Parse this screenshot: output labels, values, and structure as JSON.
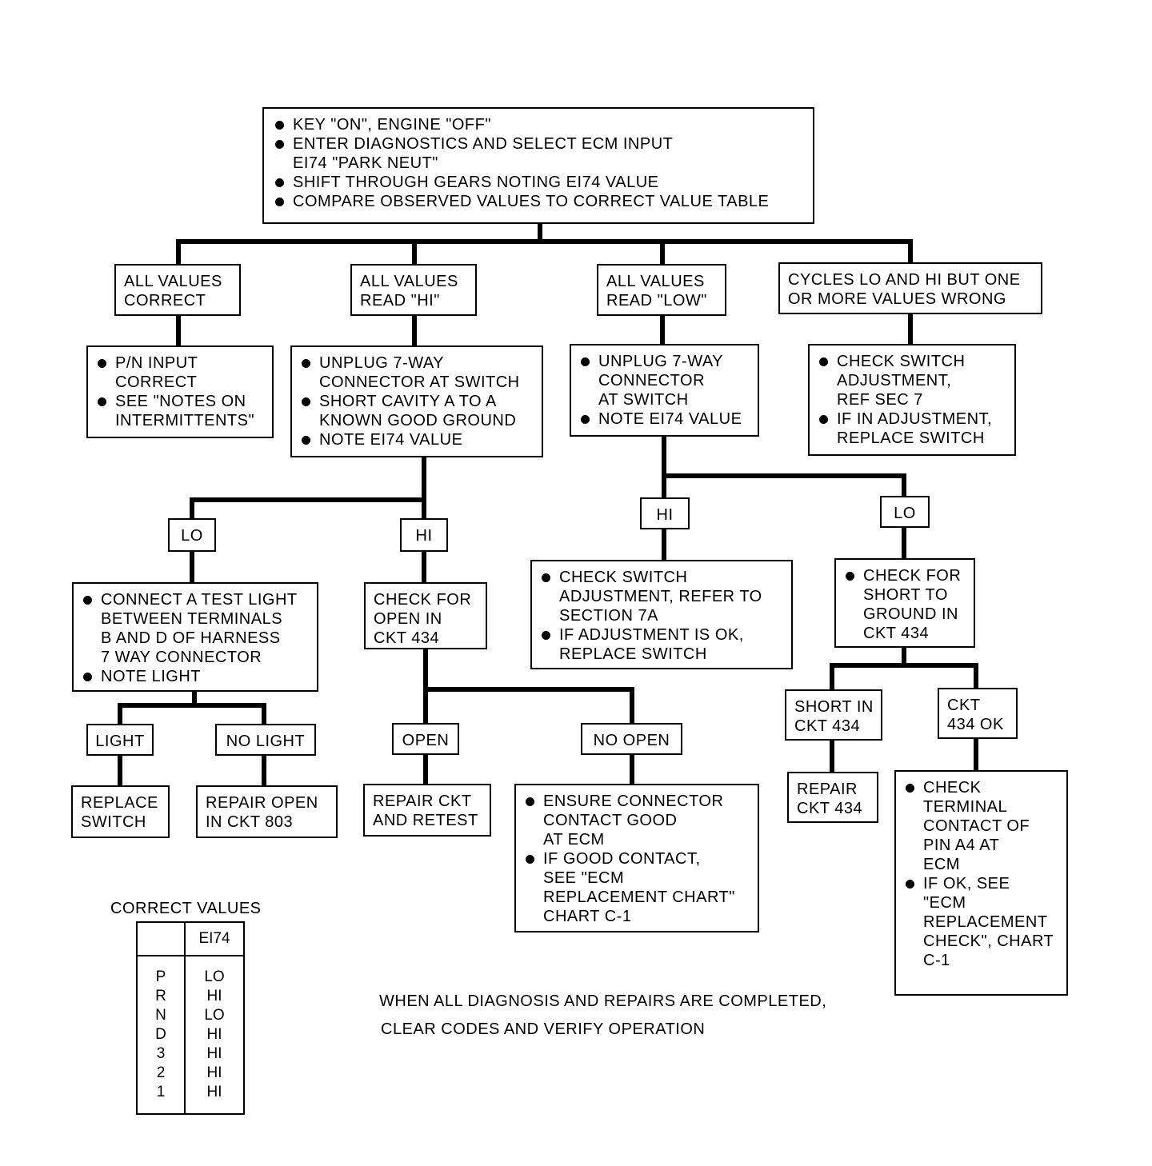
{
  "start": {
    "items": [
      [
        "KEY \"ON\", ENGINE \"OFF\""
      ],
      [
        "ENTER DIAGNOSTICS AND SELECT ECM INPUT",
        "EI74 \"PARK NEUT\""
      ],
      [
        "SHIFT THROUGH GEARS NOTING EI74 VALUE"
      ],
      [
        "COMPARE OBSERVED VALUES TO CORRECT VALUE TABLE"
      ]
    ]
  },
  "branches": {
    "all_correct": [
      "ALL VALUES",
      "CORRECT"
    ],
    "all_hi": [
      "ALL VALUES",
      "READ \"HI\""
    ],
    "all_low": [
      "ALL VALUES",
      "READ \"LOW\""
    ],
    "cycles": [
      "CYCLES LO AND HI BUT ONE",
      "OR MORE VALUES WRONG"
    ]
  },
  "steps": {
    "pn_input": [
      [
        "P/N INPUT",
        "CORRECT"
      ],
      [
        "SEE \"NOTES ON",
        "INTERMITTENTS\""
      ]
    ],
    "unplug_hi": [
      [
        "UNPLUG 7-WAY",
        "CONNECTOR AT SWITCH"
      ],
      [
        "SHORT CAVITY A TO A",
        "KNOWN GOOD GROUND"
      ],
      [
        "NOTE EI74 VALUE"
      ]
    ],
    "unplug_low": [
      [
        "UNPLUG 7-WAY",
        "CONNECTOR",
        "AT SWITCH"
      ],
      [
        "NOTE EI74 VALUE"
      ]
    ],
    "check_adjust": [
      [
        "CHECK SWITCH",
        "ADJUSTMENT,",
        "REF SEC 7"
      ],
      [
        "IF IN ADJUSTMENT,",
        "REPLACE SWITCH"
      ]
    ],
    "lo_a": "LO",
    "hi_a": "HI",
    "hi_b": "HI",
    "lo_b": "LO",
    "connect_light": [
      [
        "CONNECT A TEST LIGHT",
        "BETWEEN TERMINALS",
        "B AND D OF HARNESS",
        "7 WAY CONNECTOR"
      ],
      [
        "NOTE LIGHT"
      ]
    ],
    "check_open": [
      "CHECK FOR",
      "OPEN IN",
      "CKT 434"
    ],
    "check_switch_7a": [
      [
        "CHECK SWITCH",
        "ADJUSTMENT, REFER TO",
        "SECTION 7A"
      ],
      [
        "IF ADJUSTMENT IS OK,",
        "REPLACE SWITCH"
      ]
    ],
    "check_short": [
      [
        "CHECK FOR",
        "SHORT TO",
        "GROUND IN",
        "CKT 434"
      ]
    ],
    "light": "LIGHT",
    "no_light": "NO LIGHT",
    "open": "OPEN",
    "no_open": "NO OPEN",
    "short_in": [
      "SHORT IN",
      "CKT 434"
    ],
    "ckt_ok": [
      "CKT",
      "434 OK"
    ],
    "replace_switch": [
      "REPLACE",
      "SWITCH"
    ],
    "repair_803": [
      "REPAIR OPEN",
      "IN CKT 803"
    ],
    "repair_ckt": [
      "REPAIR CKT",
      "AND RETEST"
    ],
    "ensure_connector": [
      [
        "ENSURE CONNECTOR",
        "CONTACT GOOD",
        "AT ECM"
      ],
      [
        "IF GOOD CONTACT,",
        "SEE \"ECM",
        "REPLACEMENT CHART\"",
        "CHART C-1"
      ]
    ],
    "repair_434": [
      "REPAIR",
      "CKT 434"
    ],
    "check_terminal": [
      [
        "CHECK",
        "TERMINAL",
        "CONTACT OF",
        "PIN A4 AT",
        "ECM"
      ],
      [
        "IF OK, SEE",
        "\"ECM",
        "REPLACEMENT",
        "CHECK\", CHART",
        "C-1"
      ]
    ]
  },
  "correct_values": {
    "title": "CORRECT VALUES",
    "header": [
      "",
      "EI74"
    ],
    "gears": [
      "P",
      "R",
      "N",
      "D",
      "3",
      "2",
      "1"
    ],
    "values": [
      "LO",
      "HI",
      "LO",
      "HI",
      "HI",
      "HI",
      "HI"
    ]
  },
  "footer": [
    "WHEN ALL DIAGNOSIS AND REPAIRS ARE COMPLETED,",
    "CLEAR CODES AND VERIFY OPERATION"
  ]
}
